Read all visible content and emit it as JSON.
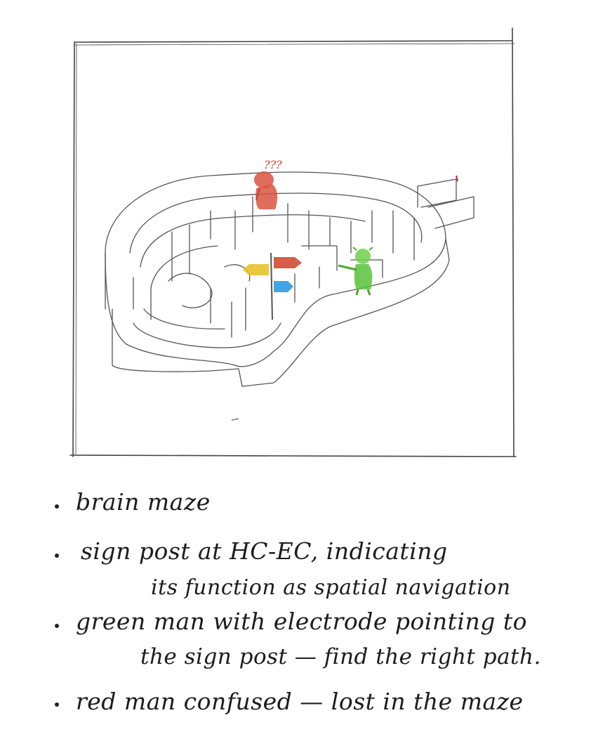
{
  "sketch": {
    "red_man_marks": "???",
    "colors": {
      "red_man": "#d9533f",
      "green_man": "#5bc23a",
      "sign_red": "#d24b33",
      "sign_yellow": "#e6c32a",
      "sign_blue": "#2e9be0",
      "pencil": "#3a3a3a"
    }
  },
  "notes": [
    {
      "text": "brain maze"
    },
    {
      "text": "sign post at HC-EC, indicating"
    },
    {
      "text": "its function as spatial navigation"
    },
    {
      "text": "green man with electrode pointing to"
    },
    {
      "text": "the sign post — find the right path."
    },
    {
      "text": "red man confused — lost in the maze"
    }
  ]
}
